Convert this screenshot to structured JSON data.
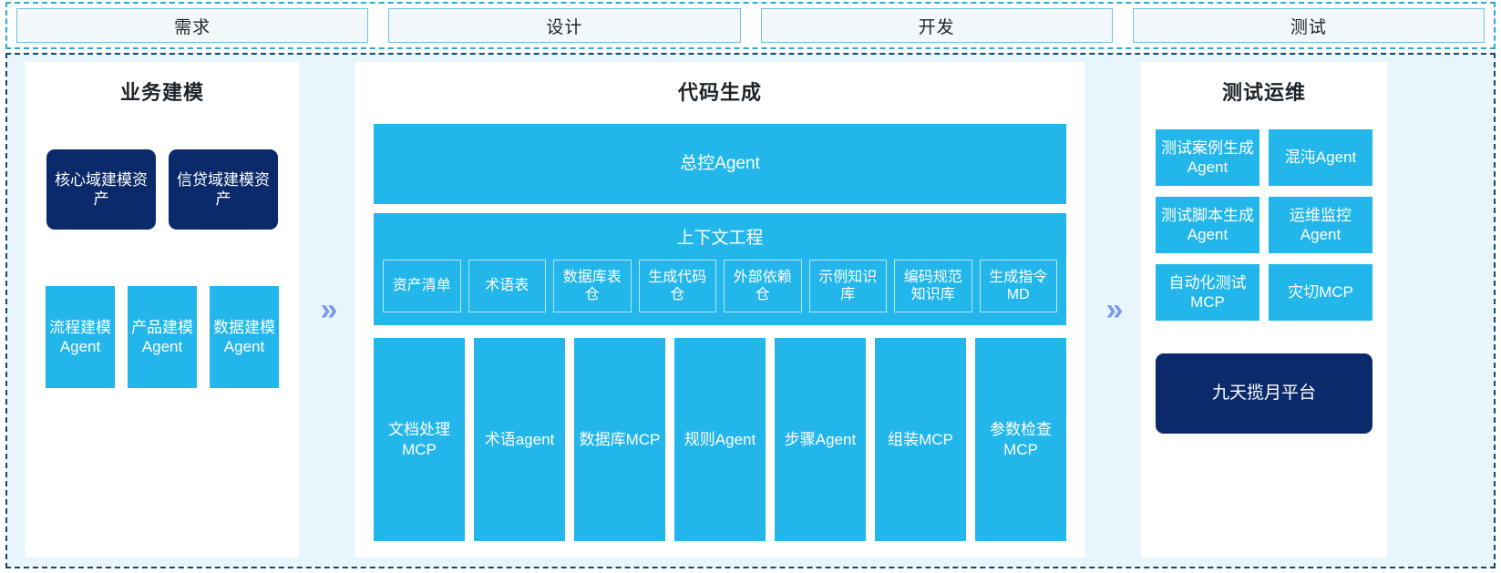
{
  "phases": {
    "tabs": [
      {
        "label": "需求"
      },
      {
        "label": "设计"
      },
      {
        "label": "开发"
      },
      {
        "label": "测试"
      }
    ]
  },
  "separators": {
    "chevron_glyph": "»",
    "chevron_color": "#7b9ce8"
  },
  "colors": {
    "cyan": "#23b6ea",
    "navy": "#0b2a6b",
    "panel_bg": "#ffffff",
    "board_bg": "#e9f5fd",
    "outer_dash": "#2aa8d8",
    "inner_dash": "#17476b"
  },
  "left_panel": {
    "title": "业务建模",
    "assets": [
      {
        "label": "核心域建模资产"
      },
      {
        "label": "信贷域建模资产"
      }
    ],
    "agents": [
      {
        "label": "流程建模Agent"
      },
      {
        "label": "产品建模Agent"
      },
      {
        "label": "数据建模Agent"
      }
    ]
  },
  "center_panel": {
    "title": "代码生成",
    "master_agent": {
      "label": "总控Agent"
    },
    "context_engineering": {
      "title": "上下文工程",
      "items": [
        {
          "label": "资产清单"
        },
        {
          "label": "术语表"
        },
        {
          "label": "数据库表仓"
        },
        {
          "label": "生成代码仓"
        },
        {
          "label": "外部依赖仓"
        },
        {
          "label": "示例知识库"
        },
        {
          "label": "编码规范知识库"
        },
        {
          "label": "生成指令MD"
        }
      ]
    },
    "tools": [
      {
        "label": "文档处理MCP"
      },
      {
        "label": "术语agent"
      },
      {
        "label": "数据库MCP"
      },
      {
        "label": "规则Agent"
      },
      {
        "label": "步骤Agent"
      },
      {
        "label": "组装MCP"
      },
      {
        "label": "参数检查MCP"
      }
    ]
  },
  "right_panel": {
    "title": "测试运维",
    "cards": [
      {
        "label": "测试案例生成Agent"
      },
      {
        "label": "混沌Agent"
      },
      {
        "label": "测试脚本生成Agent"
      },
      {
        "label": "运维监控Agent"
      },
      {
        "label": "自动化测试MCP"
      },
      {
        "label": "灾切MCP"
      }
    ],
    "platform": {
      "label": "九天揽月平台"
    }
  }
}
